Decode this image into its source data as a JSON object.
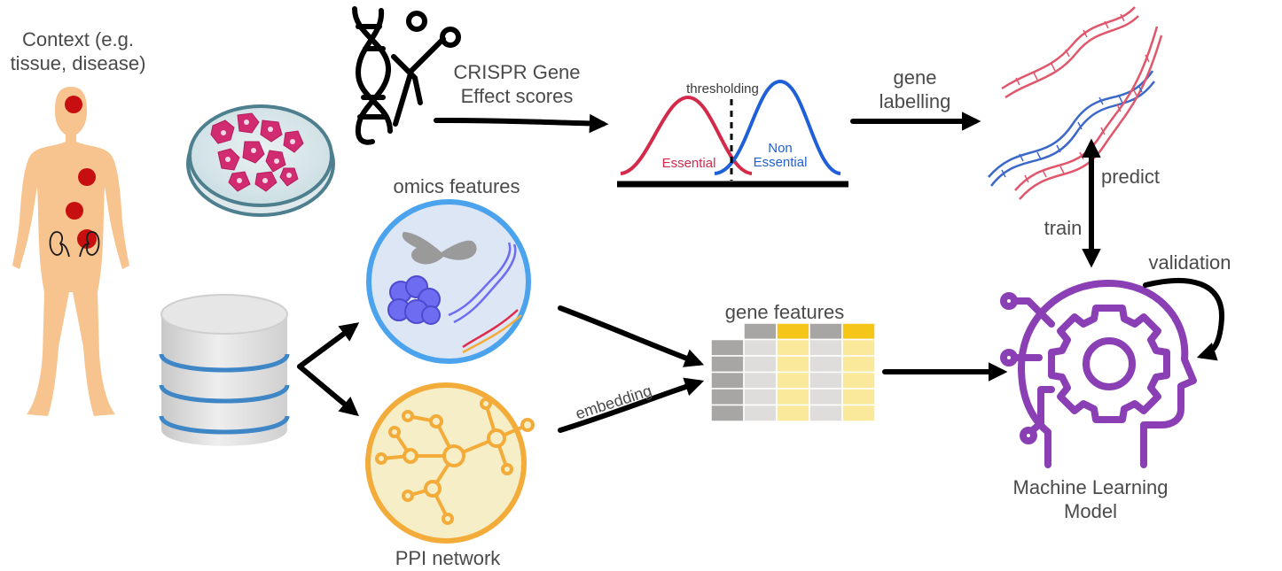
{
  "labels": {
    "context": "Context (e.g.\ntissue, disease)",
    "crispr": "CRISPR Gene\nEffect scores",
    "thresholding": "thresholding",
    "essential": "Essential",
    "non_essential": "Non\nEssential",
    "gene_labelling": "gene\nlabelling",
    "predict": "predict",
    "train": "train",
    "validation": "validation",
    "omics_features": "omics features",
    "gene_features": "gene features",
    "embedding": "embedding",
    "ppi_network": "PPI network",
    "ml_model": "Machine Learning\nModel"
  },
  "colors": {
    "essential": "#d42a4a",
    "non_essential": "#1f5fd8",
    "omics_ring": "#4aa3ec",
    "omics_fill": "#dde6f4",
    "ppi_ring": "#f3ac3a",
    "ppi_fill": "#f6eec7",
    "ml_purple": "#8a3fb4",
    "body": "#f7c48f",
    "lesion": "#c80f10",
    "table_yellow_header": "#f5c518",
    "table_yellow_cell": "#fae99a",
    "table_grey_header": "#a8a6a5",
    "table_grey_cell": "#dedddc",
    "db_stripe": "#3e86c6"
  },
  "icons": [
    "human-body-icon",
    "petri-dish-icon",
    "dna-scissors-icon",
    "database-icon",
    "dna-helix-icon",
    "ml-head-gear-icon"
  ]
}
